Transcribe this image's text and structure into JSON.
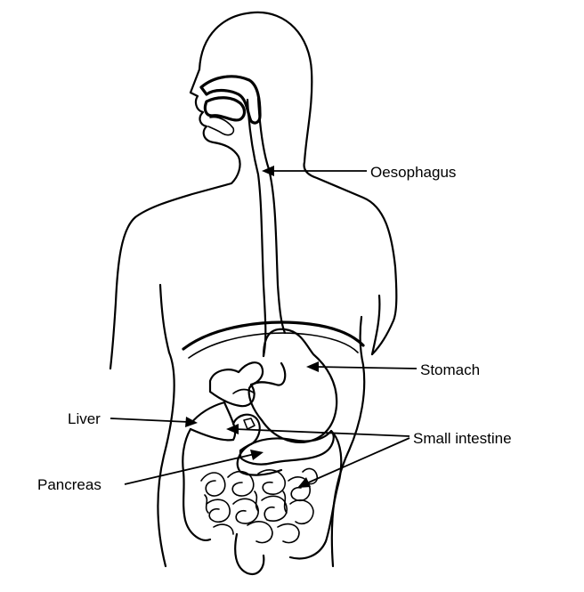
{
  "diagram": {
    "labels": {
      "oesophagus": "Oesophagus",
      "stomach": "Stomach",
      "liver": "Liver",
      "small_intestine": "Small intestine",
      "pancreas": "Pancreas"
    }
  }
}
